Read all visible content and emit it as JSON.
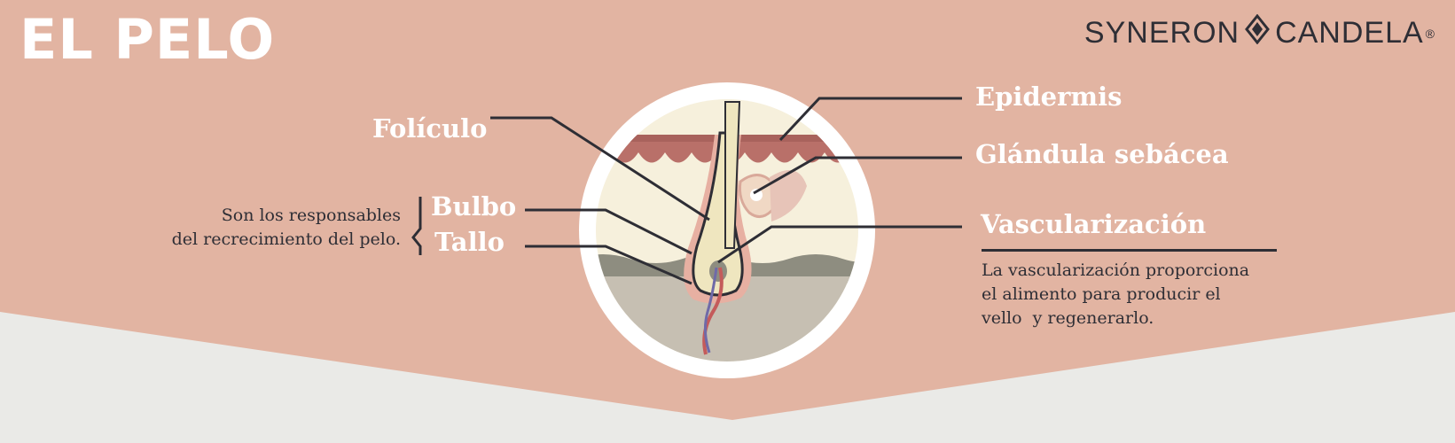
{
  "title": "EL PELO",
  "brand": {
    "left": "SYNERON",
    "right": "CANDELA",
    "logo_icon": "candela-drop-logo-icon",
    "mark": "®"
  },
  "colors": {
    "background_top": "#e2b4a2",
    "background_bottom": "#eaeae7",
    "line": "#2e2e35",
    "epidermis": "#b97069",
    "dermis": "#f6f0dc",
    "fat_layer": "#c6bfb2",
    "hair": "#efe6bf"
  },
  "labels": {
    "foliculo": "Folículo",
    "bulbo": "Bulbo",
    "tallo": "Tallo",
    "epidermis": "Epidermis",
    "glandula": "Glándula sebácea",
    "vascular": "Vascularización"
  },
  "left_note": {
    "line1": "Son los responsables",
    "line2": "del recrecimiento del pelo."
  },
  "right_note": {
    "line1": "La vascularización proporciona",
    "line2": "el alimento para producir el",
    "line3": "vello  y regenerarlo."
  }
}
